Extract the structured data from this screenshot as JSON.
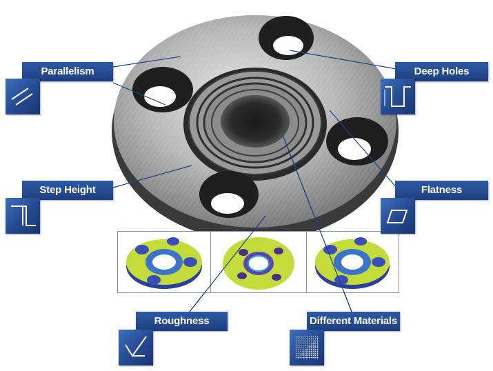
{
  "features": {
    "parallelism": {
      "label": "Parallelism",
      "icon": "parallel-lines-icon"
    },
    "step_height": {
      "label": "Step Height",
      "icon": "step-height-icon"
    },
    "roughness": {
      "label": "Roughness",
      "icon": "roughness-symbol-icon"
    },
    "deep_holes": {
      "label": "Deep Holes",
      "icon": "deep-hole-icon"
    },
    "flatness": {
      "label": "Flatness",
      "icon": "flatness-symbol-icon"
    },
    "different_materials": {
      "label": "Different Materials",
      "icon": "material-pattern-icon"
    }
  },
  "colors": {
    "label_blue": "#24498f",
    "leader_line": "#1f3f86",
    "scan_green": "#c4dc3a",
    "scan_blue": "#2c3f9a"
  },
  "thumbnails": [
    "3d-scan-tilted",
    "3d-scan-top-view",
    "3d-scan-material-map"
  ]
}
